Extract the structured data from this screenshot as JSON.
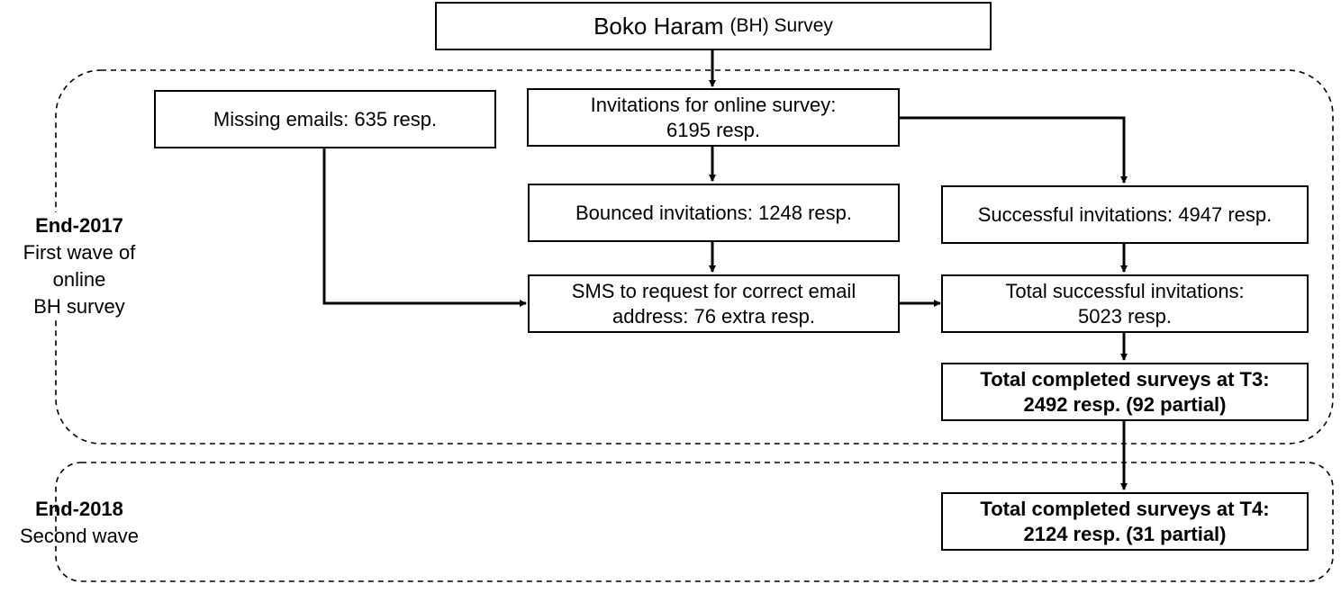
{
  "title": {
    "main": "Boko Haram",
    "sub": "(BH) Survey"
  },
  "waves": [
    {
      "year": "End-2017",
      "lines": [
        "First wave of",
        "online",
        "BH survey"
      ]
    },
    {
      "year": "End-2018",
      "lines": [
        "Second wave"
      ]
    }
  ],
  "boxes": {
    "missing_emails": [
      "Missing emails: 635 resp."
    ],
    "invitations": [
      "Invitations for online survey:",
      "6195 resp."
    ],
    "bounced": [
      "Bounced invitations: 1248 resp."
    ],
    "successful": [
      "Successful invitations: 4947 resp."
    ],
    "sms": [
      "SMS to request for correct email",
      "address: 76 extra resp."
    ],
    "total_successful": [
      "Total successful invitations:",
      "5023 resp."
    ],
    "completed_t3": [
      "Total completed surveys at T3:",
      "2492 resp. (92 partial)"
    ],
    "completed_t4": [
      "Total completed surveys at T4:",
      "2124 resp. (31 partial)"
    ]
  }
}
